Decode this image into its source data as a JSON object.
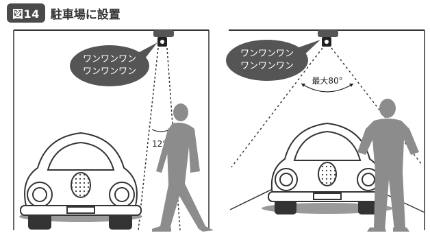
{
  "figure": {
    "badge": "図14",
    "title": "駐車場に設置"
  },
  "left_panel": {
    "bubble_line1": "ワンワンワン",
    "bubble_line2": "ワンワンワン",
    "angle_label": "12°"
  },
  "right_panel": {
    "bubble_line1": "ワンワンワン",
    "bubble_line2": "ワンワンワン",
    "angle_label": "最大80°"
  },
  "colors": {
    "ink": "#333333",
    "silhouette": "#8c8c8c",
    "bubble": "#555555",
    "shadow": "#9a9a9a"
  }
}
